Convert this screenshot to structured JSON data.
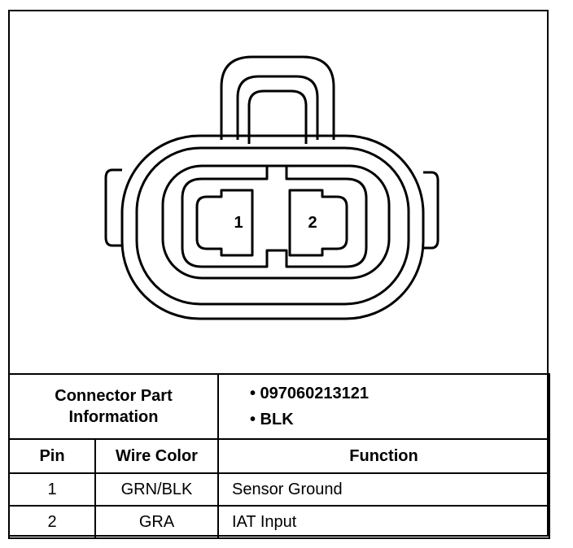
{
  "connector": {
    "pin_labels": [
      "1",
      "2"
    ]
  },
  "info": {
    "part_label_line1": "Connector Part",
    "part_label_line2": "Information",
    "part_number": "• 097060213121",
    "color": "• BLK"
  },
  "table": {
    "headers": [
      "Pin",
      "Wire Color",
      "Function"
    ],
    "rows": [
      {
        "pin": "1",
        "wire_color": "GRN/BLK",
        "function": "Sensor Ground"
      },
      {
        "pin": "2",
        "wire_color": "GRA",
        "function": "IAT Input"
      }
    ]
  },
  "colors": {
    "line": "#000000",
    "background": "#ffffff"
  }
}
